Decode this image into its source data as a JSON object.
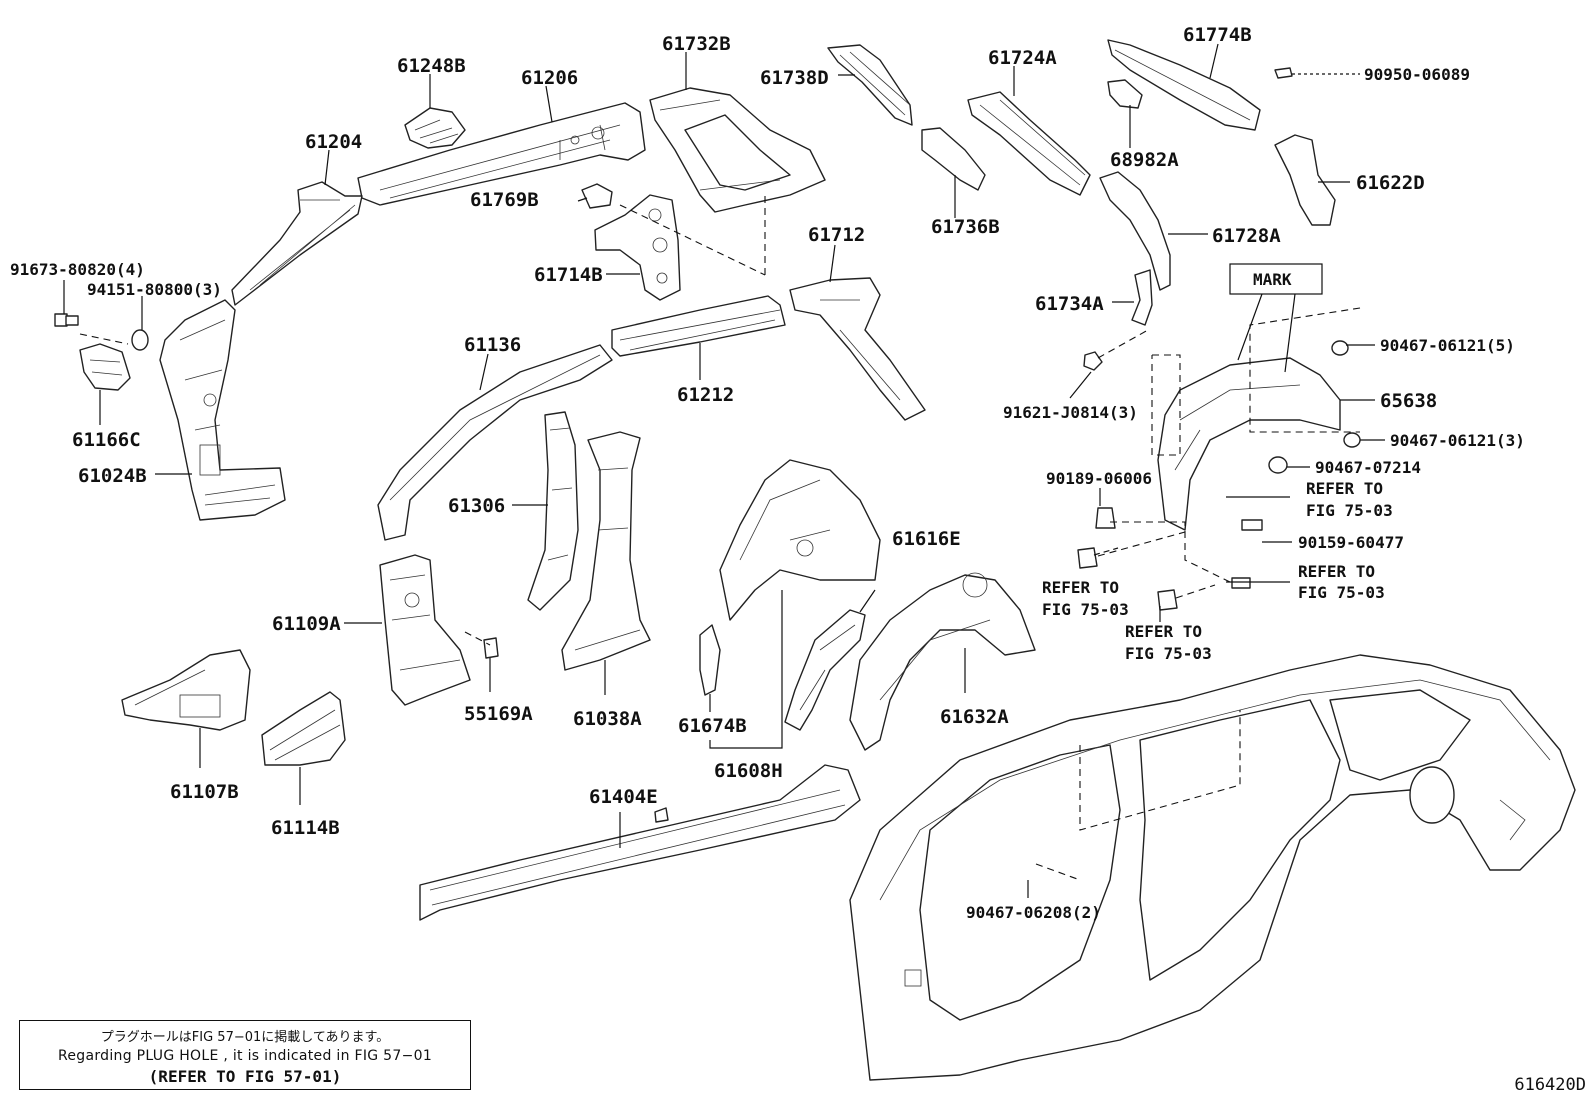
{
  "labels": {
    "p61248B": "61248B",
    "p61206": "61206",
    "p61732B": "61732B",
    "p61738D": "61738D",
    "p61724A": "61724A",
    "p61774B": "61774B",
    "p9095006089": "90950-06089",
    "p61204": "61204",
    "p61769B": "61769B",
    "p61736B": "61736B",
    "p68982A": "68982A",
    "p61622D": "61622D",
    "p61714B": "61714B",
    "p61712": "61712",
    "p61728A": "61728A",
    "p9167380820": "91673-80820(4)",
    "p9415180800": "94151-80800(3)",
    "p61734A": "61734A",
    "mark": "MARK",
    "p61136": "61136",
    "p9046706121_5": "90467-06121(5)",
    "p61212": "61212",
    "p65638": "65638",
    "p9162108143": "91621-J0814(3)",
    "p9046706121_3": "90467-06121(3)",
    "p61166C": "61166C",
    "p61024B": "61024B",
    "p9046707214": "90467-07214",
    "p9018906006": "90189-06006",
    "refer1a": "REFER TO",
    "refer1b": "FIG 75-03",
    "p61306": "61306",
    "p9015960477": "90159-60477",
    "p61616E": "61616E",
    "refer2a": "REFER TO",
    "refer2b": "FIG 75-03",
    "refer3a": "REFER TO",
    "refer3b": "FIG 75-03",
    "refer4a": "REFER TO",
    "refer4b": "FIG 75-03",
    "p61109A": "61109A",
    "p55169A": "55169A",
    "p61038A": "61038A",
    "p61632A": "61632A",
    "p61674B": "61674B",
    "p61608H": "61608H",
    "p61107B": "61107B",
    "p61404E": "61404E",
    "p61114B": "61114B",
    "p9046706208": "90467-06208(2)"
  },
  "note": {
    "jp": "プラグホールはFIG 57−01に掲載してあります。",
    "en": "Regarding PLUG HOLE , it is indicated in FIG 57−01",
    "ref": "(REFER TO FIG 57-01)"
  },
  "figure_id": "616420D"
}
